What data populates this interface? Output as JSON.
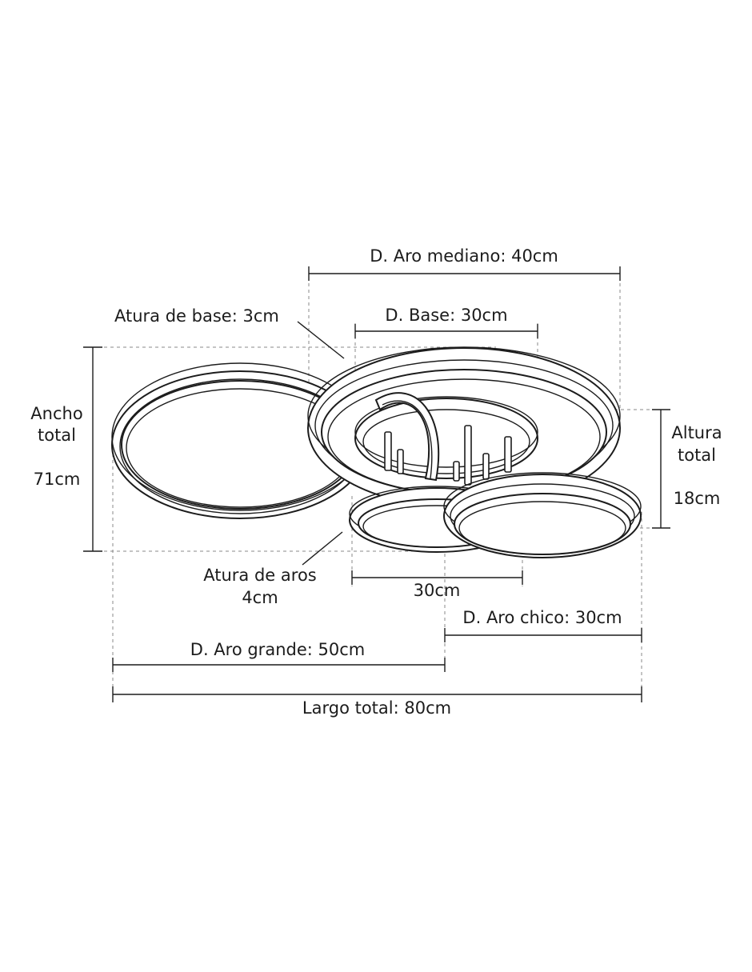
{
  "colors": {
    "line": "#1c1c1c",
    "guide": "#8a8a8a",
    "background": "#ffffff"
  },
  "labels": {
    "aro_mediano": "D. Aro mediano: 40cm",
    "base_diameter": "D. Base: 30cm",
    "base_height": "Atura de base: 3cm",
    "ancho_total_line1": "Ancho",
    "ancho_total_line2": "total",
    "ancho_total_value": "71cm",
    "altura_total_line1": "Altura",
    "altura_total_line2": "total",
    "altura_total_value": "18cm",
    "rings_height_line1": "Atura de aros",
    "rings_height_line2": "4cm",
    "middle_ring": "30cm",
    "aro_chico": "D. Aro chico: 30cm",
    "aro_grande": "D. Aro grande: 50cm",
    "largo_total": "Largo total: 80cm"
  }
}
